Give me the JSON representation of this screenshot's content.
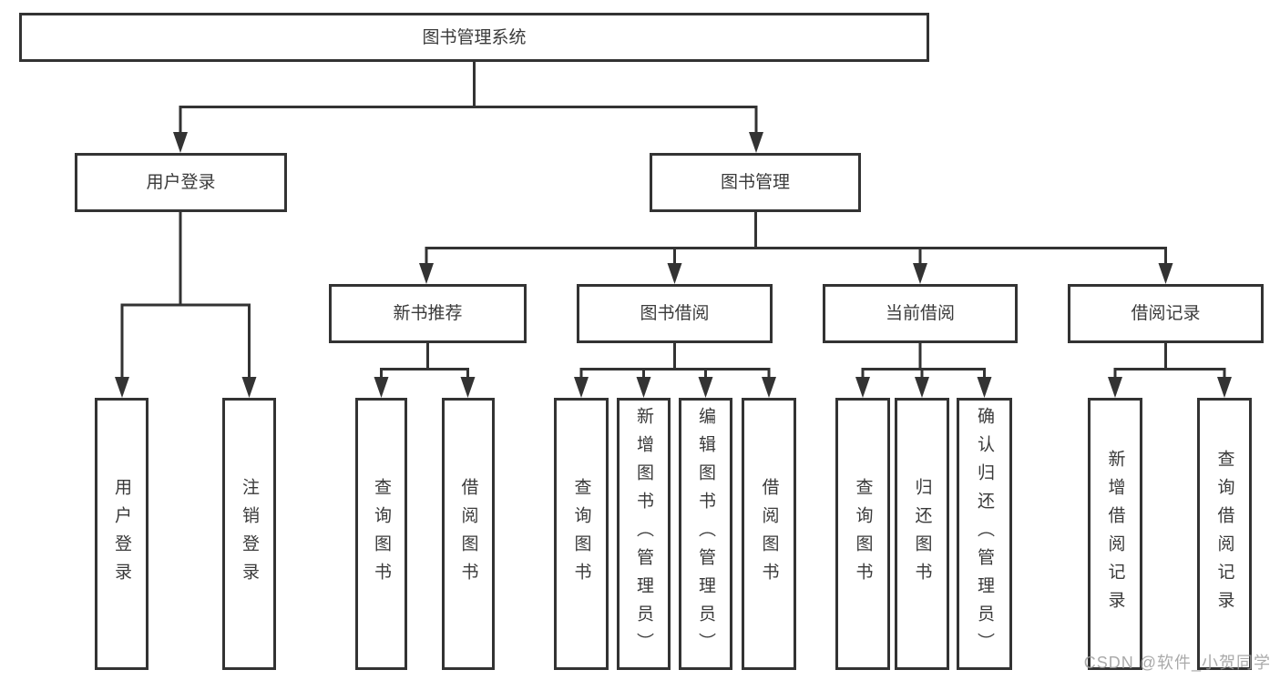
{
  "tree": {
    "root": {
      "label": "图书管理系统"
    },
    "level2": [
      {
        "label": "用户登录"
      },
      {
        "label": "图书管理"
      }
    ],
    "level3": [
      {
        "label": "新书推荐"
      },
      {
        "label": "图书借阅"
      },
      {
        "label": "当前借阅"
      },
      {
        "label": "借阅记录"
      }
    ],
    "leaves": {
      "login": [
        {
          "label": "用户登录"
        },
        {
          "label": "注销登录"
        }
      ],
      "recommend": [
        {
          "label": "查询图书"
        },
        {
          "label": "借阅图书"
        }
      ],
      "borrow": [
        {
          "label": "查询图书"
        },
        {
          "label": "新增图书（管理员）"
        },
        {
          "label": "编辑图书（管理员）"
        },
        {
          "label": "借阅图书"
        }
      ],
      "current": [
        {
          "label": "查询图书"
        },
        {
          "label": "归还图书"
        },
        {
          "label": "确认归还（管理员）"
        }
      ],
      "records": [
        {
          "label": "新增借阅记录"
        },
        {
          "label": "查询借阅记录"
        }
      ]
    }
  },
  "watermark": {
    "text": "CSDN @软件_小贺同学"
  },
  "colors": {
    "line": "#333333",
    "text": "#3a3a3a",
    "node_background": "#ffffff",
    "watermark": "#9b9b9b"
  }
}
